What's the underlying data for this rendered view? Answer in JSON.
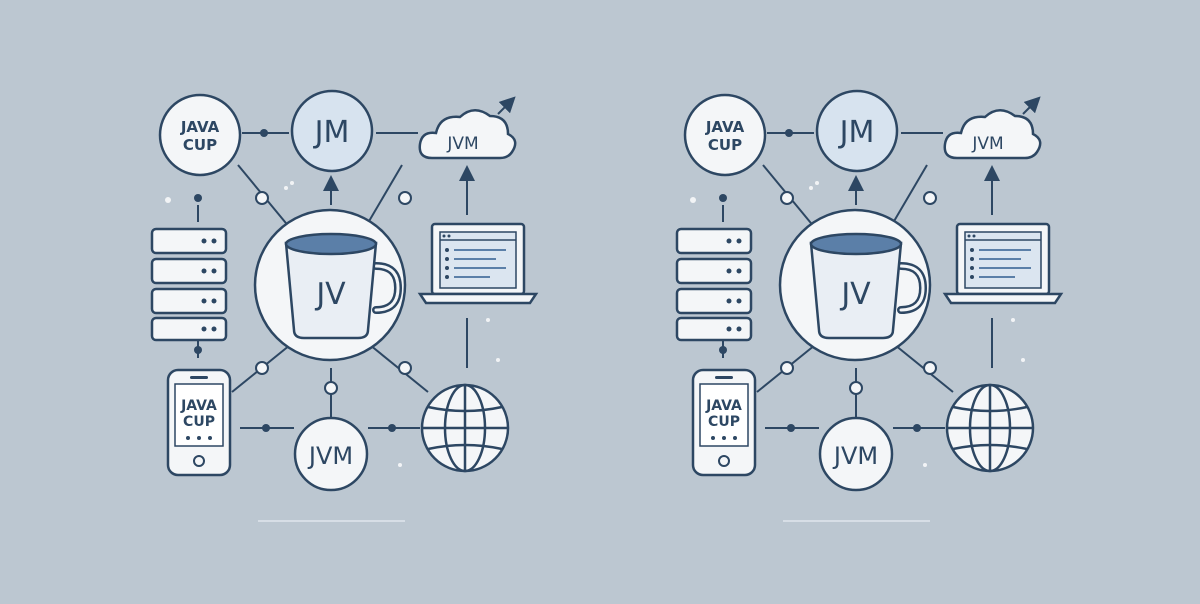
{
  "colors": {
    "background": "#bcc7d1",
    "stroke": "#2d4763",
    "fill_white": "#f4f6f8",
    "fill_light_blue": "#d7e3ef",
    "accent_blue": "#5b7fa8",
    "screen_blue": "#dbe5f0"
  },
  "diagrams": [
    {
      "top_left_badge": {
        "line1": "JAVA",
        "line2": "CUP"
      },
      "top_center_badge": "JM",
      "cloud_label": "JVM",
      "mug_label": "JV",
      "phone_label": {
        "line1": "JAVA",
        "line2": "CUP"
      },
      "bottom_center_badge": "JVM",
      "icons": [
        "server-stack-icon",
        "laptop-icon",
        "smartphone-icon",
        "globe-icon",
        "cloud-icon",
        "coffee-mug-icon"
      ]
    },
    {
      "top_left_badge": {
        "line1": "JAVA",
        "line2": "CUP"
      },
      "top_center_badge": "JM",
      "cloud_label": "JVM",
      "mug_label": "JV",
      "phone_label": {
        "line1": "JAVA",
        "line2": "CUP"
      },
      "bottom_center_badge": "JVM",
      "icons": [
        "server-stack-icon",
        "laptop-icon",
        "smartphone-icon",
        "globe-icon",
        "cloud-icon",
        "coffee-mug-icon"
      ]
    }
  ]
}
